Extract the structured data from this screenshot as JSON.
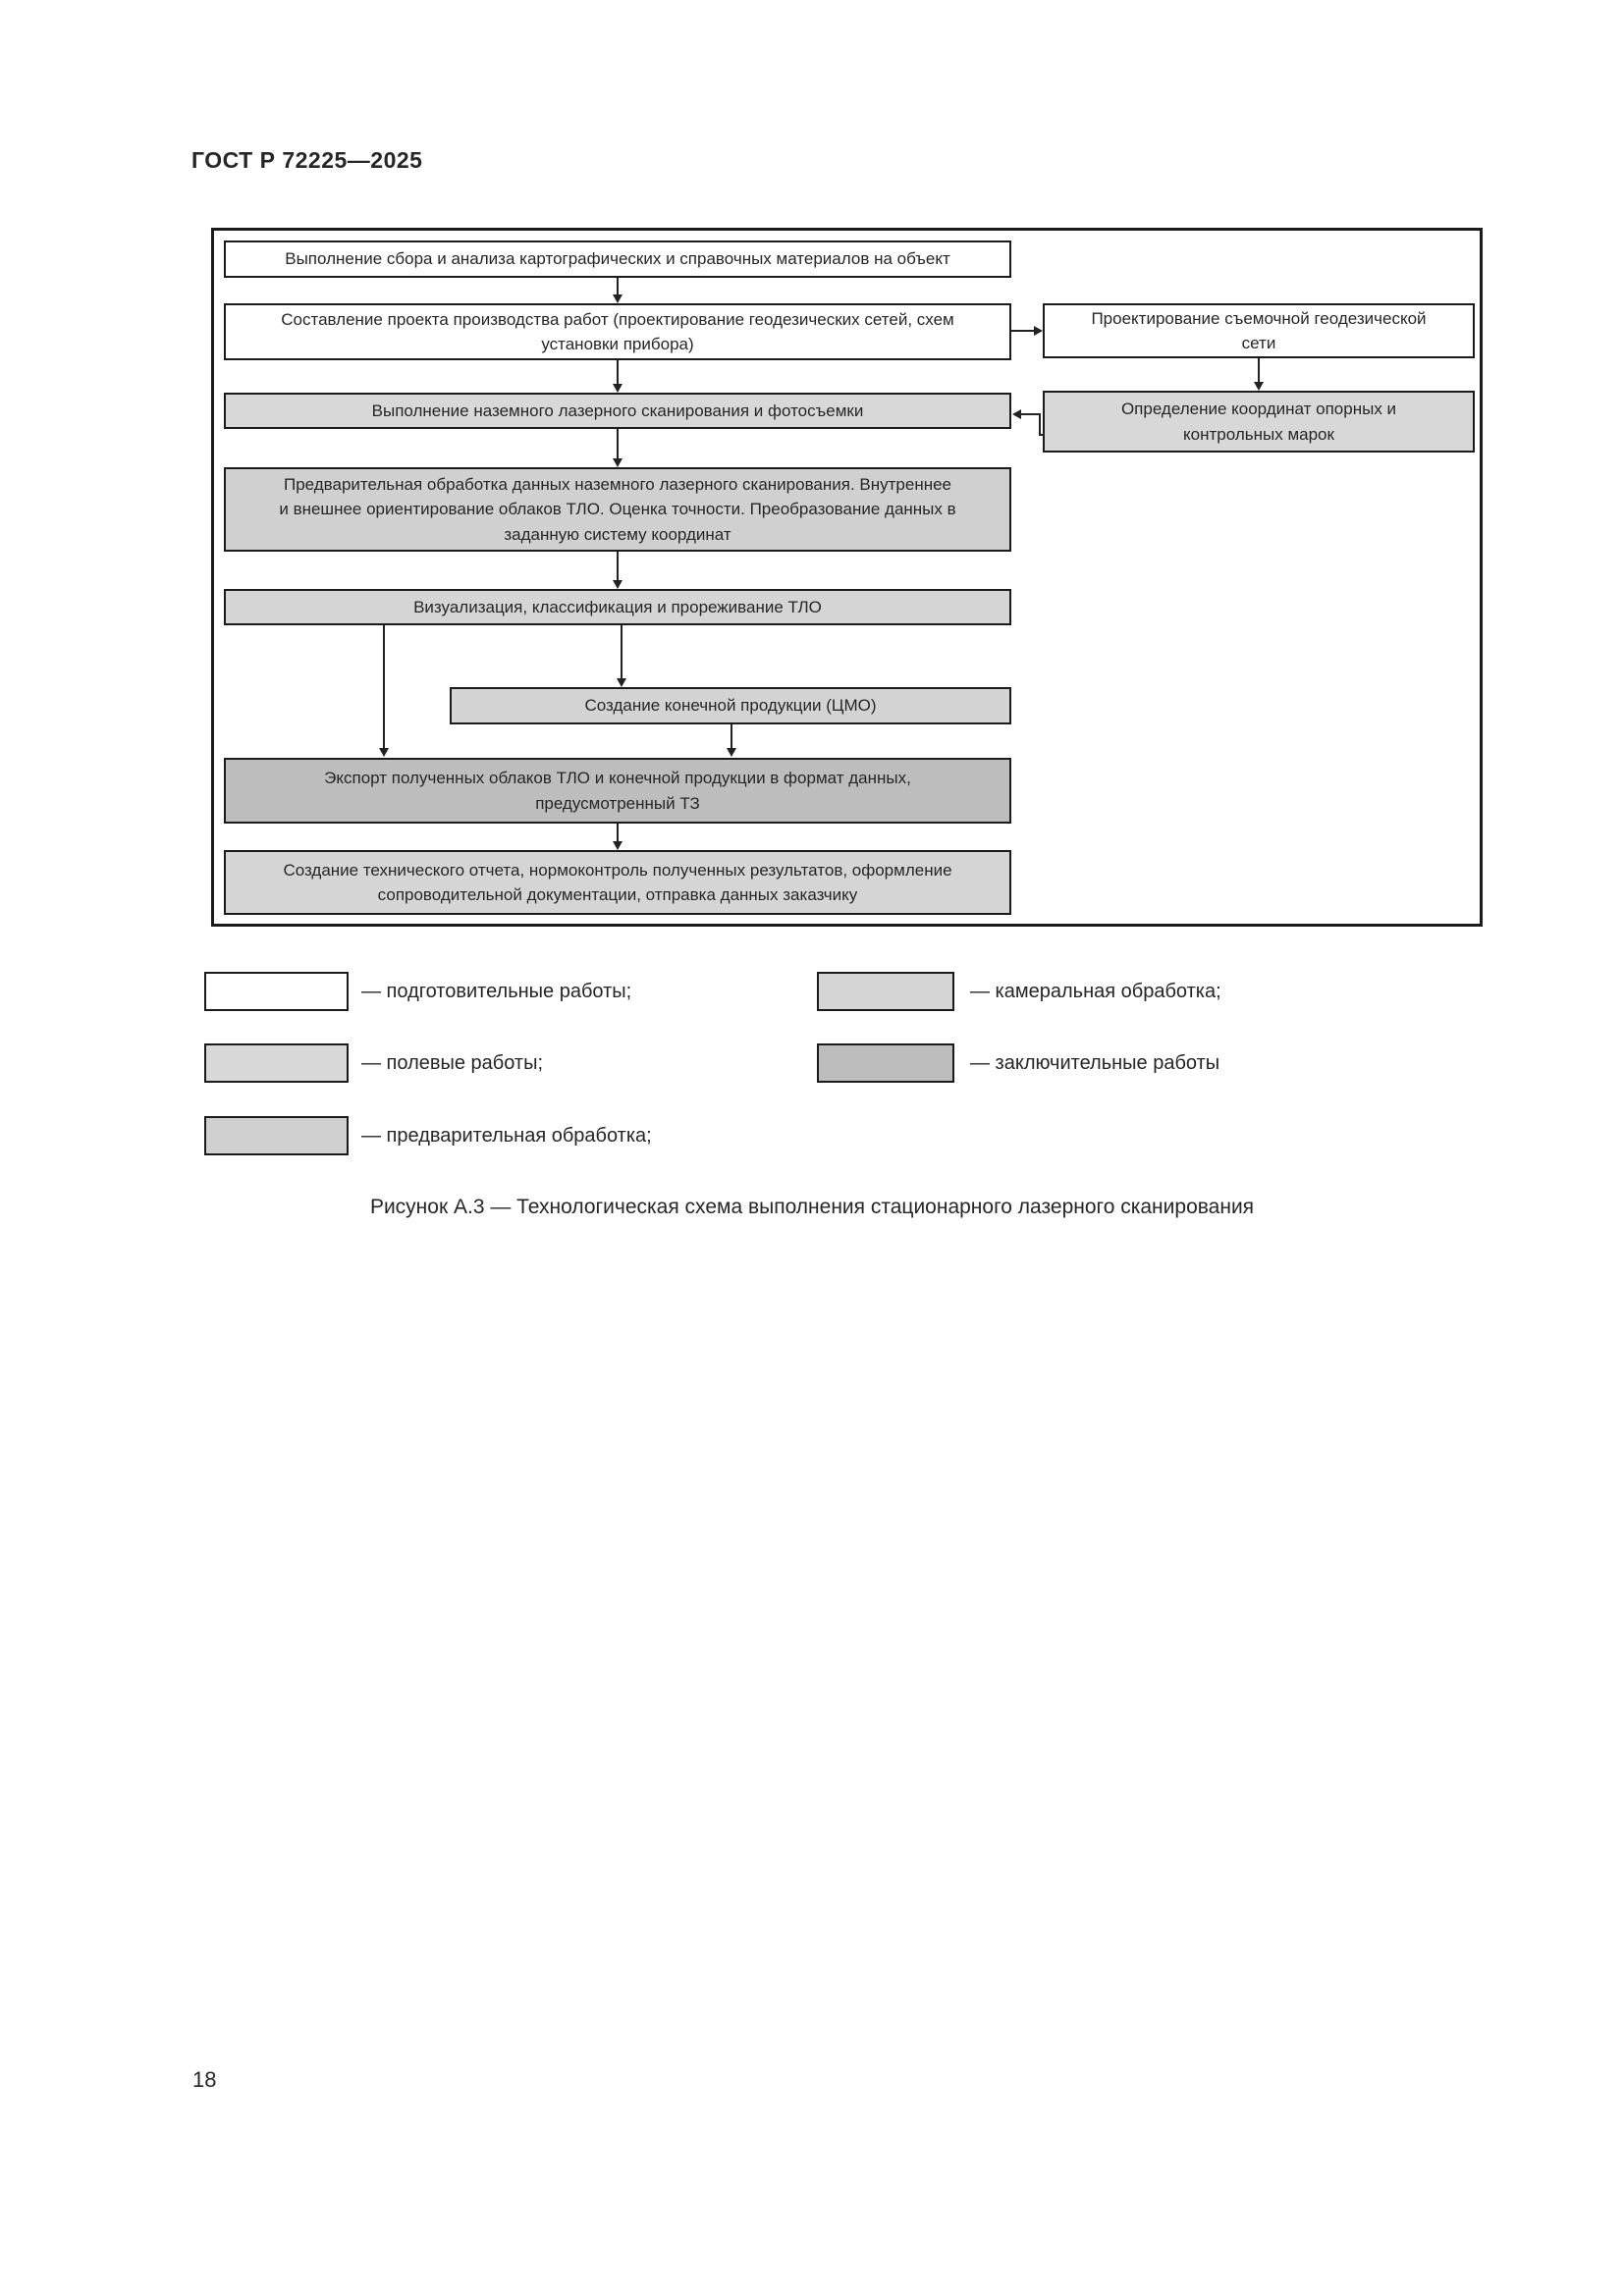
{
  "header": {
    "title": "ГОСТ Р 72225—2025"
  },
  "page_number": "18",
  "figure": {
    "caption": "Рисунок А.3 — Технологическая схема выполнения стационарного лазерного сканирования",
    "flowchart": {
      "boxes": [
        {
          "id": "collect",
          "fill": "#ffffff",
          "text": "Выполнение сбора и анализа картографических и справочных материалов на объект"
        },
        {
          "id": "design_project",
          "fill": "#ffffff",
          "text": "Составление проекта производства работ (проектирование геодезических сетей, схем\nустановки прибора)"
        },
        {
          "id": "survey_network_design",
          "fill": "#ffffff",
          "text": "Проектирование съемочной геодезической\nсети"
        },
        {
          "id": "scanning",
          "fill": "#d8d8d8",
          "text": "Выполнение наземного лазерного сканирования и фотосъемки"
        },
        {
          "id": "marks_coordinates",
          "fill": "#d8d8d8",
          "text": "Определение координат опорных и\nконтрольных марок"
        },
        {
          "id": "preprocessing",
          "fill": "#d0d0d0",
          "text": "Предварительная обработка данных наземного лазерного сканирования. Внутреннее\nи внешнее ориентирование облаков ТЛО. Оценка точности. Преобразование данных в\nзаданную систему координат"
        },
        {
          "id": "visualization",
          "fill": "#d5d5d5",
          "text": "Визуализация, классификация и прореживание ТЛО"
        },
        {
          "id": "final_product",
          "fill": "#d3d3d3",
          "text": "Создание конечной продукции (ЦМО)"
        },
        {
          "id": "export",
          "fill": "#bdbdbd",
          "text": "Экспорт полученных облаков ТЛО и конечной продукции в формат данных,\nпредусмотренный ТЗ"
        },
        {
          "id": "report",
          "fill": "#d5d5d5",
          "text": "Создание технического отчета, нормоконтроль полученных результатов, оформление\nсопроводительной документации, отправка данных заказчику"
        }
      ],
      "edges": [
        [
          "collect",
          "design_project"
        ],
        [
          "design_project",
          "survey_network_design"
        ],
        [
          "survey_network_design",
          "marks_coordinates"
        ],
        [
          "marks_coordinates",
          "scanning"
        ],
        [
          "design_project",
          "scanning"
        ],
        [
          "scanning",
          "preprocessing"
        ],
        [
          "preprocessing",
          "visualization"
        ],
        [
          "visualization",
          "final_product"
        ],
        [
          "visualization",
          "export"
        ],
        [
          "final_product",
          "export"
        ],
        [
          "export",
          "report"
        ]
      ]
    }
  },
  "legend": {
    "items": [
      {
        "label": "— подготовительные работы;",
        "fill": "#ffffff"
      },
      {
        "label": "— полевые работы;",
        "fill": "#d8d8d8"
      },
      {
        "label": "— предварительная обработка;",
        "fill": "#d0d0d0"
      },
      {
        "label": "— камеральная обработка;",
        "fill": "#d5d5d5"
      },
      {
        "label": "— заключительные работы",
        "fill": "#bdbdbd"
      }
    ]
  },
  "colors": {
    "border": "#1b1b1b",
    "text": "#262626",
    "stage_preparatory": "#ffffff",
    "stage_field": "#d8d8d8",
    "stage_preprocessing": "#d0d0d0",
    "stage_office": "#d5d5d5",
    "stage_final": "#bdbdbd"
  }
}
